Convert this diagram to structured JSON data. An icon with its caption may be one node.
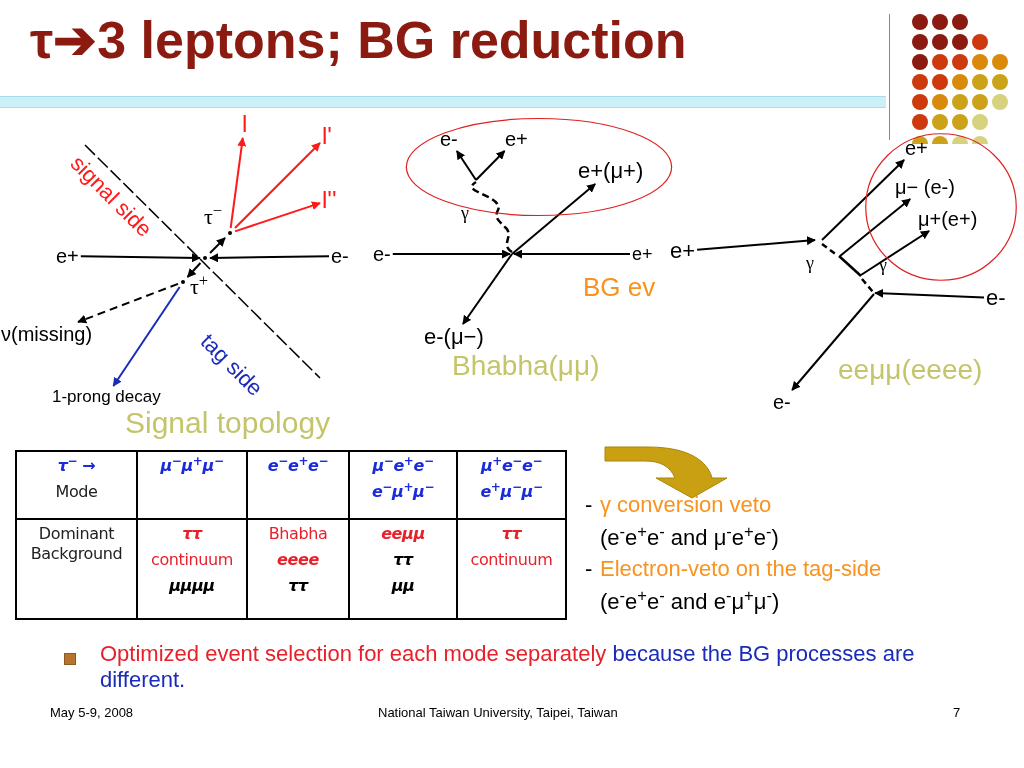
{
  "diagram": {
    "title": "τ➔3 leptons; BG reduction",
    "nodes": [
      {
        "text": [
          "l"
        ]
      },
      {
        "text": [
          "l'"
        ]
      },
      {
        "text": [
          "l''"
        ]
      },
      {
        "text": [
          "e+"
        ]
      },
      {
        "text": [
          "e-"
        ]
      },
      {
        "text": [
          "ν(missing)"
        ]
      },
      {
        "text": [
          "1-prong decay"
        ]
      },
      {
        "text": [],
        "shape": "ellipse"
      },
      {
        "text": [
          "e-"
        ],
        "in": 7
      },
      {
        "text": [
          "e+"
        ],
        "in": 7
      },
      {
        "text": [
          "e+(μ+)"
        ],
        "in": 7
      },
      {
        "text": [
          "e-"
        ]
      },
      {
        "text": [
          "e+"
        ]
      },
      {
        "text": [
          "e-(μ−)"
        ]
      },
      {
        "text": [
          "e+"
        ]
      },
      {
        "text": [],
        "shape": "ellipse"
      },
      {
        "text": [
          "e+"
        ],
        "in": 15
      },
      {
        "text": [
          "μ− (e-)"
        ],
        "in": 15
      },
      {
        "text": [
          "μ+(e+)"
        ],
        "in": 15
      },
      {
        "text": [
          "e-"
        ]
      },
      {
        "text": [
          "e-"
        ]
      },
      {
        "text": [],
        "shape": "dot"
      },
      {
        "text": [],
        "shape": "dot"
      },
      {
        "text": [],
        "shape": "dot"
      }
    ],
    "edges": [
      {
        "from": 22,
        "to": 0,
        "arrow": "to",
        "color": "#ff1a1a"
      },
      {
        "from": 22,
        "to": 1,
        "arrow": "to",
        "color": "#ff1a1a"
      },
      {
        "from": 22,
        "to": 2,
        "arrow": "to",
        "color": "#ff1a1a"
      },
      {
        "from": 3,
        "to": 21,
        "arrow": "to"
      },
      {
        "from": 4,
        "to": 21,
        "arrow": "to"
      },
      {
        "from": 23,
        "to": 5,
        "arrow": "to",
        "style": "dashed"
      },
      {
        "from": 23,
        "to": 6,
        "arrow": "to",
        "color": "#1a2bb8"
      },
      {
        "from": null,
        "to": 8,
        "arrow": "to"
      },
      {
        "from": null,
        "to": 9,
        "arrow": "to"
      },
      {
        "from": null,
        "to": 10,
        "arrow": "to"
      },
      {
        "from": 11,
        "to": null,
        "arrow": "to"
      },
      {
        "from": 12,
        "to": null,
        "arrow": "to"
      },
      {
        "from": null,
        "to": 13,
        "arrow": "to"
      },
      {
        "from": 14,
        "to": null,
        "arrow": "to"
      },
      {
        "from": null,
        "to": 16,
        "arrow": "to"
      },
      {
        "from": null,
        "to": 17,
        "arrow": "to"
      },
      {
        "from": null,
        "to": 18,
        "arrow": "to"
      },
      {
        "from": 19,
        "to": null,
        "arrow": "to"
      },
      {
        "from": null,
        "to": 20,
        "arrow": "to"
      },
      {
        "from": 21,
        "to": 22,
        "arrow": "to"
      },
      {
        "from": 21,
        "to": 23,
        "arrow": "to"
      }
    ],
    "labels": [
      "signal side",
      "τ$^{−}$",
      "τ$^{+}$",
      "tag side",
      "Signal topology",
      "γ",
      "BG ev",
      "Bhabha(μμ)",
      "γ",
      "γ",
      "eeμμ(eeee)",
      "τ$^{−}$ →",
      "Mode",
      "μ$^{−}$μ$^{+}$μ$^{−}$",
      "e$^{−}$e$^{+}$e$^{−}$",
      "μ$^{−}$e$^{+}$e$^{−}$",
      "e$^{−}$μ$^{+}$μ$^{−}$",
      "μ$^{+}$e$^{−}$e$^{−}$",
      "e$^{+}$μ$^{−}$μ$^{−}$",
      "Dominant Background",
      "ττ",
      "continuum",
      "μμμμ",
      "Bhabha",
      "eeee",
      "ττ",
      "eeμμ",
      "ττ",
      "μμ",
      "ττ",
      "continuum",
      "-",
      "γ conversion veto",
      "(e$^{-}$e$^{+}$e$^{-}$ and μ$^{-}$e$^{+}$e$^{-}$)",
      "-",
      "Electron-veto on the tag-side",
      "(e$^{-}$e$^{+}$e$^{-}$ and e$^{-}$μ$^{+}$μ$^{-}$)",
      "Optimized event selection for each mode separately",
      "because the BG processes are different.",
      "May 5-9, 2008",
      "National Taiwan University, Taipei, Taiwan",
      "7"
    ]
  }
}
